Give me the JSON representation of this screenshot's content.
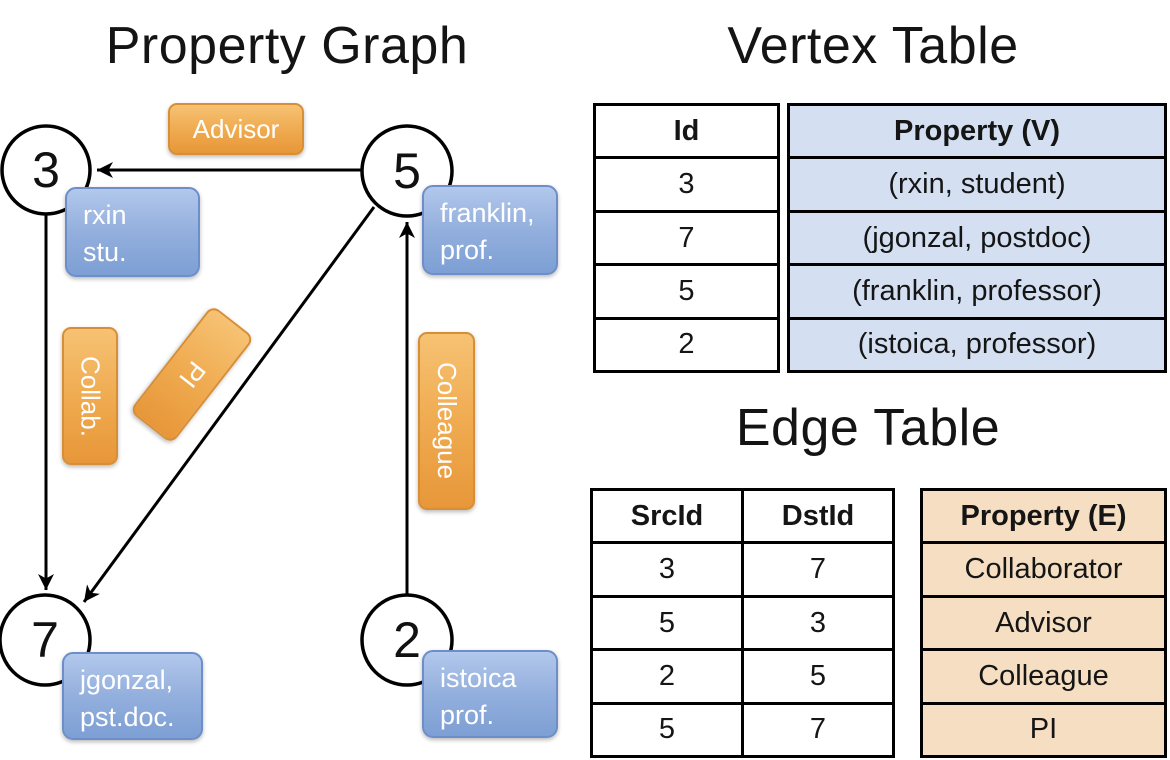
{
  "colors": {
    "orange_label": "#efa94e",
    "orange_border": "#d78e35",
    "blue_box": "#93afdd",
    "blue_box_border": "#6d8ec8",
    "vertex_cell_fill": "#d4e0f2",
    "edge_cell_fill": "#f5dec2",
    "line_color": "#000000"
  },
  "graph": {
    "title": "Property Graph",
    "nodes": [
      {
        "id": "3"
      },
      {
        "id": "5"
      },
      {
        "id": "7"
      },
      {
        "id": "2"
      }
    ],
    "edges": [
      {
        "src": "5",
        "dst": "3",
        "label": "Advisor"
      },
      {
        "src": "3",
        "dst": "7",
        "label": "Collab."
      },
      {
        "src": "5",
        "dst": "7",
        "label": "PI"
      },
      {
        "src": "2",
        "dst": "5",
        "label": "Colleague"
      }
    ],
    "node_properties": [
      {
        "node": "3",
        "line1": "rxin",
        "line2": "stu."
      },
      {
        "node": "5",
        "line1": "franklin,",
        "line2": "prof."
      },
      {
        "node": "7",
        "line1": "jgonzal,",
        "line2": "pst.doc."
      },
      {
        "node": "2",
        "line1": "istoica",
        "line2": "prof."
      }
    ]
  },
  "vertex_table": {
    "title": "Vertex Table",
    "columns": [
      "Id",
      "Property (V)"
    ],
    "rows": [
      {
        "id": "3",
        "property": "(rxin, student)"
      },
      {
        "id": "7",
        "property": "(jgonzal, postdoc)"
      },
      {
        "id": "5",
        "property": "(franklin, professor)"
      },
      {
        "id": "2",
        "property": "(istoica, professor)"
      }
    ]
  },
  "edge_table": {
    "title": "Edge Table",
    "columns": [
      "SrcId",
      "DstId",
      "Property (E)"
    ],
    "rows": [
      {
        "src": "3",
        "dst": "7",
        "property": "Collaborator"
      },
      {
        "src": "5",
        "dst": "3",
        "property": "Advisor"
      },
      {
        "src": "2",
        "dst": "5",
        "property": "Colleague"
      },
      {
        "src": "5",
        "dst": "7",
        "property": "PI"
      }
    ]
  }
}
